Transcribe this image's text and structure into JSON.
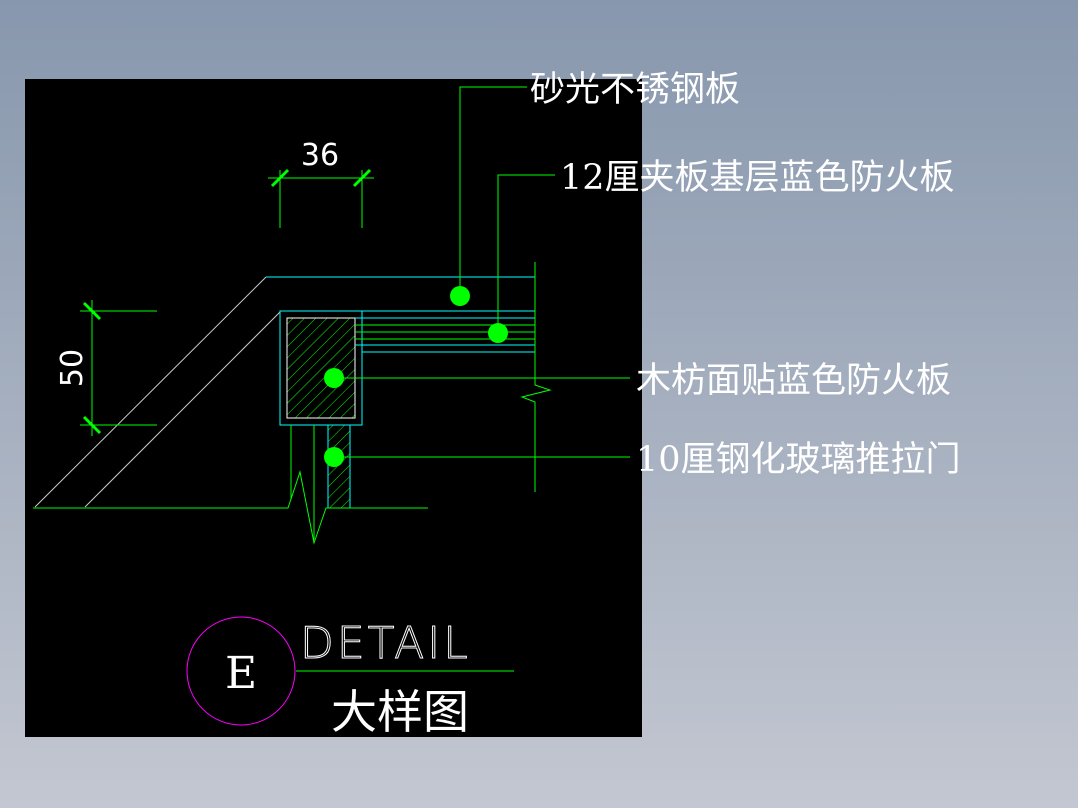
{
  "labels": {
    "steel": "砂光不锈钢板",
    "plywood": "12厘夹板基层蓝色防火板",
    "wood": "木枋面贴蓝色防火板",
    "glass": "10厘钢化玻璃推拉门"
  },
  "dimensions": {
    "width": "36",
    "height": "50"
  },
  "title": {
    "letter": "E",
    "detail": "DETAIL",
    "cn": "大样图"
  },
  "colors": {
    "canvas": "#000000",
    "green": "#00ff00",
    "cyan": "#00ffff",
    "magenta": "#ff00ff",
    "white": "#ffffff"
  }
}
